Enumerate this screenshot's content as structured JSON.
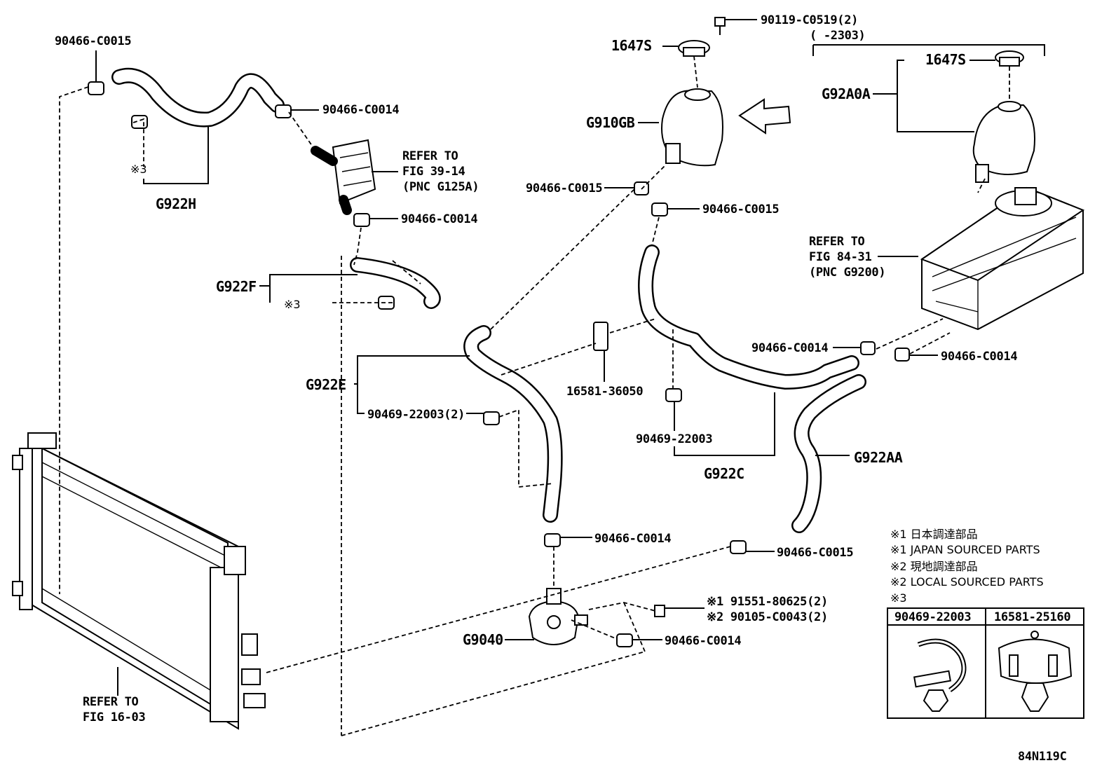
{
  "labels": {
    "c0015_tl": "90466-C0015",
    "c0014_a": "90466-C0014",
    "refer_39_1": "REFER TO",
    "refer_39_2": "FIG 39-14",
    "refer_39_3": "(PNC G125A)",
    "c0014_b": "90466-C0014",
    "g922h": "G922H",
    "note3_h": "※3",
    "g922f": "G922F",
    "note3_f": "※3",
    "bolt_top": "90119-C0519(2)",
    "paren_2303": "(      -2303)",
    "cap_1647s": "1647S",
    "cap_1647s_r": "1647S",
    "g92a0a": "G92A0A",
    "g910gb": "G910GB",
    "c0015_m1": "90466-C0015",
    "c0015_m2": "90466-C0015",
    "refer_84_1": "REFER TO",
    "refer_84_2": "FIG 84-31",
    "refer_84_3": "(PNC G9200)",
    "c0014_r1": "90466-C0014",
    "c0014_r2": "90466-C0014",
    "g922e": "G922E",
    "clip_22003_2": "90469-22003(2)",
    "p_36050": "16581-36050",
    "clip_22003": "90469-22003",
    "g922c": "G922C",
    "g922aa": "G922AA",
    "c0014_pump": "90466-C0014",
    "c0015_bottom": "90466-C0015",
    "bolt_j": "※1 91551-80625(2)",
    "bolt_l": "※2 90105-C0043(2)",
    "g9040": "G9040",
    "c0014_bottom": "90466-C0014",
    "refer_16_1": "REFER TO",
    "refer_16_2": "FIG 16-03",
    "fig_code": "84N119C"
  },
  "legend": {
    "l1": "※1 日本調達部品",
    "l2": "※1 JAPAN SOURCED PARTS",
    "l3": "※2 現地調達部品",
    "l4": "※2 LOCAL SOURCED PARTS",
    "l5": "※3",
    "col1": "90469-22003",
    "col2": "16581-25160"
  }
}
